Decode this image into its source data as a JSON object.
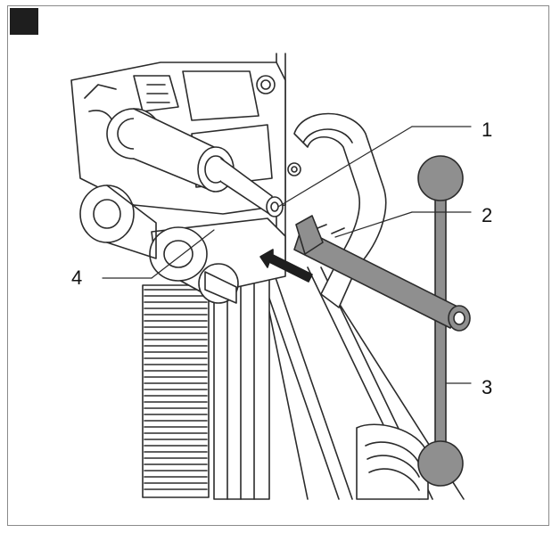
{
  "figure": {
    "callouts": [
      {
        "label": "1",
        "part": "hex-socket-screw"
      },
      {
        "label": "2",
        "part": "wrench-socket-end"
      },
      {
        "label": "3",
        "part": "t-handle-wrench"
      },
      {
        "label": "4",
        "part": "carriage-bearing-block"
      }
    ],
    "colors": {
      "outline": "#2b2b2b",
      "frame_border": "#8a8a8a",
      "wrench_fill": "#8f8f8f",
      "corner_marker": "#1e1e1e",
      "background": "#ffffff"
    },
    "icons": {
      "corner": "filled-square",
      "arrow": "direction-arrow"
    }
  }
}
